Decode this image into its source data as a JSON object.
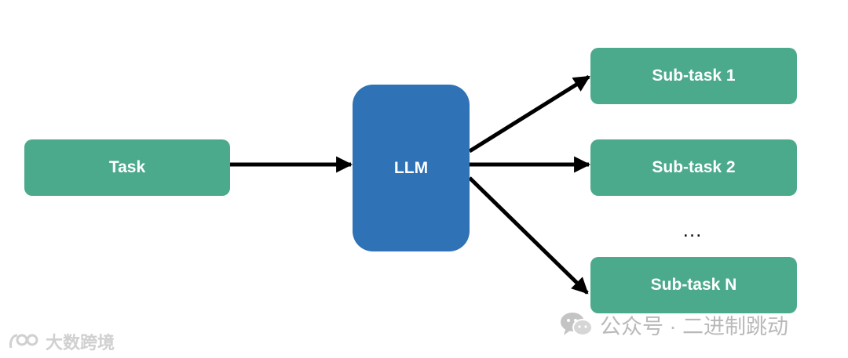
{
  "colors": {
    "node_green": "#4caa8c",
    "node_blue": "#2f72b5",
    "arrow": "#000000",
    "watermark": "#b9b9b9"
  },
  "nodes": {
    "task": "Task",
    "llm": "LLM",
    "sub1": "Sub-task 1",
    "sub2": "Sub-task 2",
    "ellipsis": "…",
    "subn": "Sub-task N"
  },
  "edges": [
    {
      "from": "task",
      "to": "llm"
    },
    {
      "from": "llm",
      "to": "sub1"
    },
    {
      "from": "llm",
      "to": "sub2"
    },
    {
      "from": "llm",
      "to": "subn"
    }
  ],
  "watermarks": {
    "right_text": "公众号 · 二进制跳动",
    "left_text": "大数跨境",
    "right_icon": "wechat-icon",
    "left_icon": "logo-icon"
  }
}
